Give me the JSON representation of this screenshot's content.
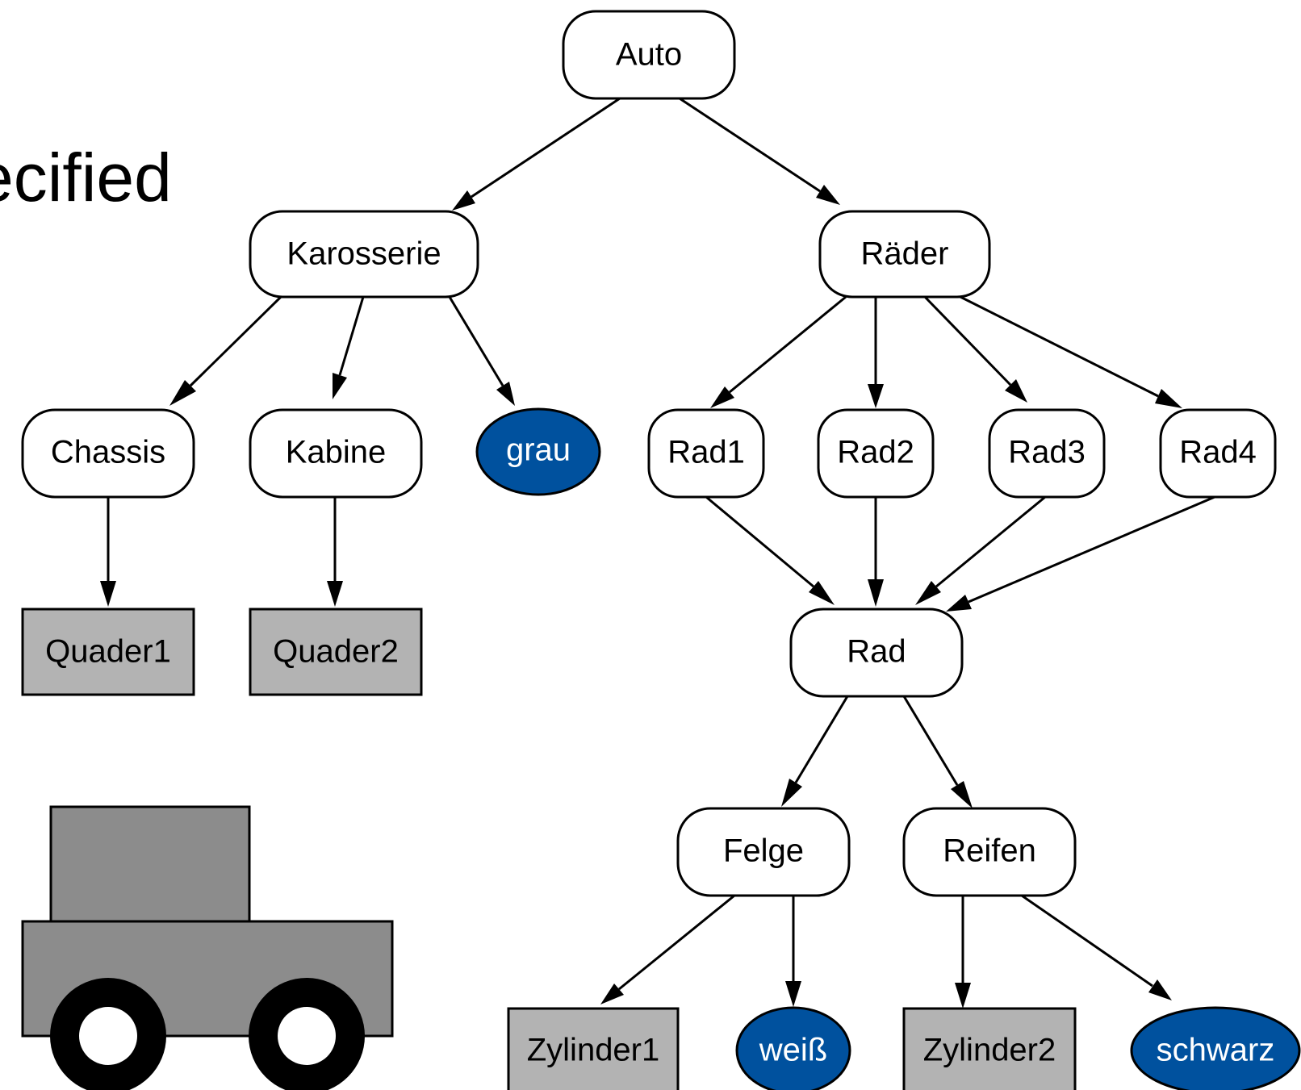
{
  "partial_title": "ecified",
  "colors": {
    "node_fill": "#ffffff",
    "shape_fill": "#b3b3b3",
    "material_fill": "#00519e",
    "material_text": "#ffffff",
    "car_fill": "#8c8c8c",
    "wheel_fill": "#000000"
  },
  "nodes": {
    "auto": "Auto",
    "karosserie": "Karosserie",
    "raeder": "Räder",
    "chassis": "Chassis",
    "kabine": "Kabine",
    "grau": "grau",
    "rad1": "Rad1",
    "rad2": "Rad2",
    "rad3": "Rad3",
    "rad4": "Rad4",
    "quader1": "Quader1",
    "quader2": "Quader2",
    "rad": "Rad",
    "felge": "Felge",
    "reifen": "Reifen",
    "zylinder1": "Zylinder1",
    "weiss": "weiß",
    "zylinder2": "Zylinder2",
    "schwarz": "schwarz"
  }
}
